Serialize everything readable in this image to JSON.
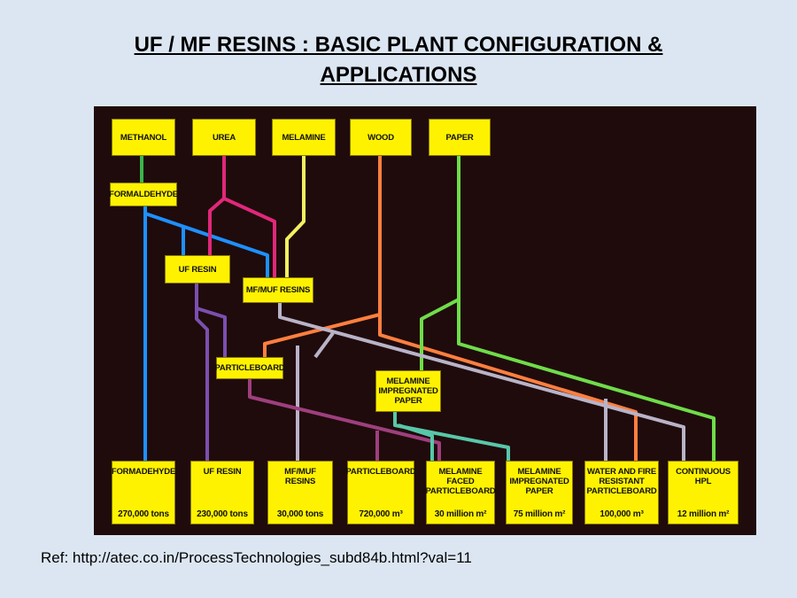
{
  "title_line1": "UF / MF RESINS : BASIC PLANT CONFIGURATION &",
  "title_line2": "APPLICATIONS",
  "reference": "Ref: http://atec.co.in/ProcessTechnologies_subd84b.html?val=11",
  "diagram": {
    "inputs": {
      "methanol": "METHANOL",
      "urea": "UREA",
      "melamine": "MELAMINE",
      "wood": "WOOD",
      "paper": "PAPER"
    },
    "intermediates": {
      "formaldehyde": "FORMALDEHYDE",
      "uf_resin": "UF RESIN",
      "mf_muf_resins": "MF/MUF RESINS",
      "particleboard": "PARTICLEBOARD",
      "melamine_impregnated_paper": "MELAMINE\nIMPREGNATED\nPAPER"
    },
    "products": [
      {
        "name": "FORMADEHYDE",
        "value": "270,000 tons"
      },
      {
        "name": "UF RESIN",
        "value": "230,000 tons"
      },
      {
        "name": "MF/MUF RESINS",
        "value": "30,000 tons"
      },
      {
        "name": "PARTICLEBOARD",
        "value": "720,000 m³"
      },
      {
        "name": "MELAMINE\nFACED\nPARTICLEBOARD",
        "value": "30 million m²"
      },
      {
        "name": "MELAMINE\nIMPREGNATED\nPAPER",
        "value": "75 million m²"
      },
      {
        "name": "WATER AND FIRE\nRESISTANT\nPARTICLEBOARD",
        "value": "100,000 m³"
      },
      {
        "name": "CONTINUOUS\nHPL",
        "value": "12 million m²"
      }
    ],
    "line_colors": {
      "methanol": "#3cb44b",
      "formaldehyde": "#1e90ff",
      "urea": "#e0287a",
      "melamine": "#f5f060",
      "wood": "#ff7f3f",
      "paper": "#6fdc4a",
      "uf_resin": "#7b4fb0",
      "mf_resin": "#b9b3c8",
      "particleboard": "#9e3f7e",
      "impregnated_paper": "#58c7a9"
    }
  }
}
